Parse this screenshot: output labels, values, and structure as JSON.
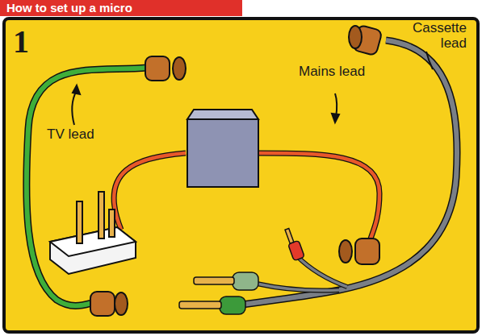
{
  "diagram": {
    "title": "How to set up a micro",
    "labels": [
      "1",
      "TV lead",
      "Mains lead",
      "Cassette lead"
    ]
  }
}
